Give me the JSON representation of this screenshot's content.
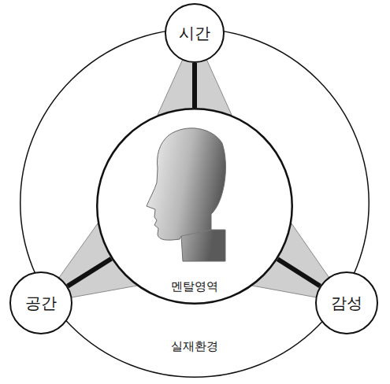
{
  "diagram": {
    "nodes": [
      {
        "text": [
          "실재환경"
        ]
      },
      {
        "text": [
          "멘탈영역"
        ],
        "in": 0
      },
      {
        "text": [
          "시간"
        ]
      },
      {
        "text": [
          "공간"
        ]
      },
      {
        "text": [
          "감성"
        ]
      }
    ],
    "edges": [
      {
        "from": 2,
        "to": 1,
        "arrow": "none"
      },
      {
        "from": 3,
        "to": 1,
        "arrow": "none"
      },
      {
        "from": 4,
        "to": 1,
        "arrow": "none"
      }
    ]
  }
}
